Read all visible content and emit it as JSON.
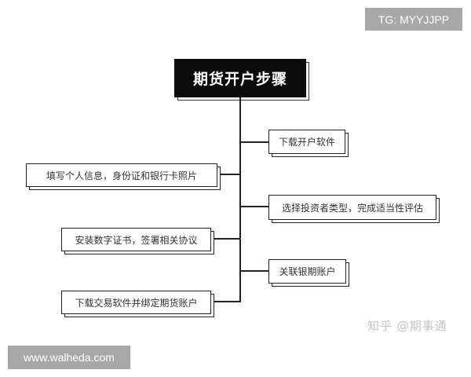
{
  "watermarks": {
    "tag": "TG: MYYJJPP",
    "site": "www.walheda.com",
    "zhihu": "知乎 @期事通"
  },
  "diagram": {
    "title": "期货开户步骤",
    "steps_right": [
      {
        "label": "下载开户软件"
      },
      {
        "label": "选择投资者类型，完成适当性评估"
      },
      {
        "label": "关联银期账户"
      }
    ],
    "steps_left": [
      {
        "label": "填写个人信息，身份证和银行卡照片"
      },
      {
        "label": "安装数字证书，签署相关协议"
      },
      {
        "label": "下载交易软件并绑定期货账户"
      }
    ],
    "colors": {
      "title_bg": "#0b0b0b",
      "title_fg": "#ffffff",
      "line": "#222222",
      "node_bg": "#ffffff",
      "watermark_bg": "#a8a8a8"
    }
  }
}
